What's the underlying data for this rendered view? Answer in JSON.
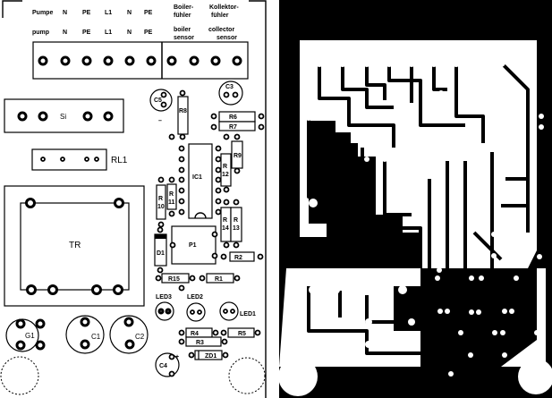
{
  "component_side": {
    "header_de": {
      "pumpe": "Pumpe",
      "n1": "N",
      "pe1": "PE",
      "l1": "L1",
      "n2": "N",
      "pe2": "PE",
      "boiler_1": "Boiler-",
      "boiler_2": "fühler",
      "koll_1": "Kollektor-",
      "koll_2": "fühler"
    },
    "header_en": {
      "pump": "pump",
      "n1": "N",
      "pe1": "PE",
      "l1": "L1",
      "n2": "N",
      "pe2": "PE",
      "boiler_1": "boiler",
      "boiler_2": "sensor",
      "coll_1": "collector",
      "coll_2": "sensor"
    },
    "components": {
      "si": "Si",
      "rl1": "RL1",
      "tr": "TR",
      "g1": "G1",
      "c1": "C1",
      "c2": "C2",
      "c3": "C3",
      "c4": "C4",
      "c5": "C5",
      "ic1": "IC1",
      "p1": "P1",
      "d1": "D1",
      "zd1": "ZD1",
      "r1": "R1",
      "r2": "R2",
      "r3": "R3",
      "r4": "R4",
      "r5": "R5",
      "r6": "R6",
      "r7": "R7",
      "r8": "R8",
      "r9": "R9",
      "r10_a": "R",
      "r10_b": "10",
      "r11_a": "R",
      "r11_b": "11",
      "r12_a": "R",
      "r12_b": "12",
      "r13_a": "R",
      "r13_b": "13",
      "r14_a": "R",
      "r14_b": "14",
      "r15": "R15",
      "led1": "LED1",
      "led2": "LED2",
      "led3": "LED3"
    },
    "polarity": {
      "minus": "–",
      "plus": "+",
      "ac": "~"
    }
  },
  "colors": {
    "ink": "#000000",
    "paper": "#ffffff"
  }
}
